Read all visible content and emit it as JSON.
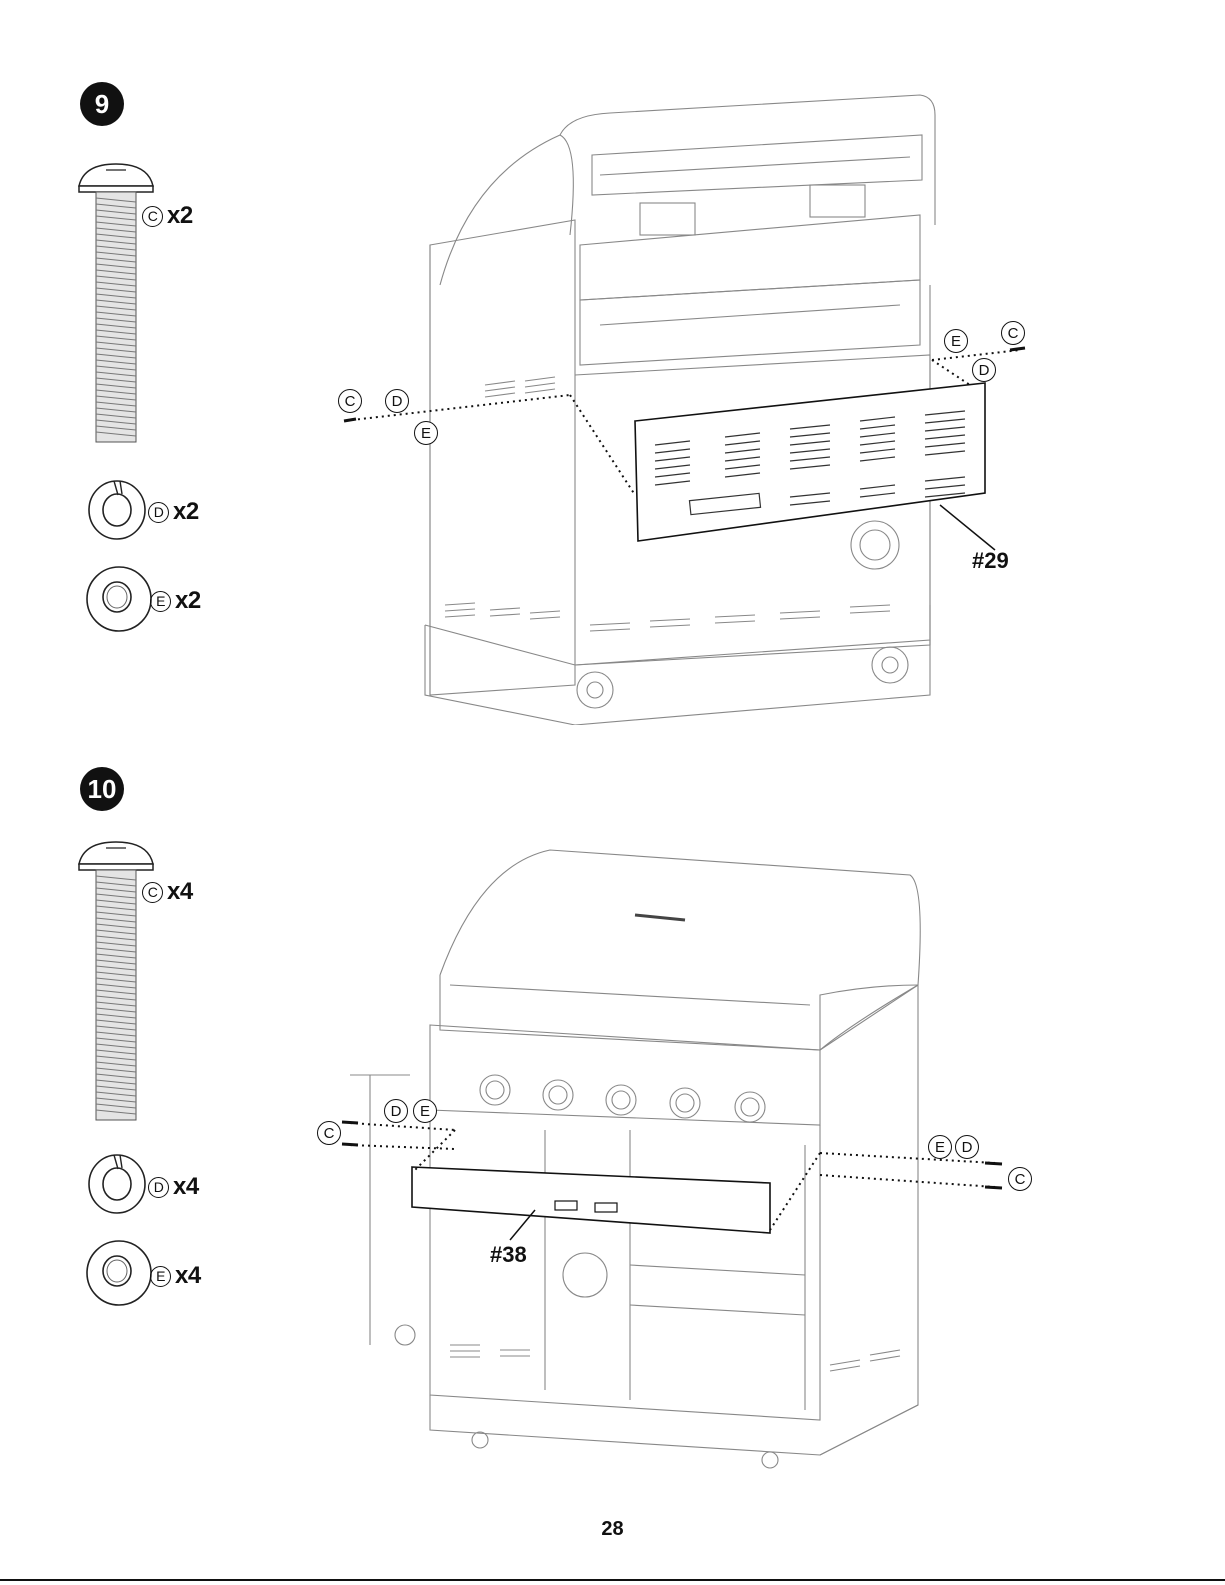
{
  "page_number": "28",
  "steps": [
    {
      "number": "9",
      "hardware": [
        {
          "letter": "C",
          "qty": "x2"
        },
        {
          "letter": "D",
          "qty": "x2"
        },
        {
          "letter": "E",
          "qty": "x2"
        }
      ],
      "part_label": "#29",
      "callouts_left": [
        "C",
        "D",
        "E"
      ],
      "callouts_right": [
        "E",
        "C",
        "D"
      ]
    },
    {
      "number": "10",
      "hardware": [
        {
          "letter": "C",
          "qty": "x4"
        },
        {
          "letter": "D",
          "qty": "x4"
        },
        {
          "letter": "E",
          "qty": "x4"
        }
      ],
      "part_label": "#38",
      "callouts_left": [
        "D",
        "E",
        "C"
      ],
      "callouts_right": [
        "E",
        "D",
        "C"
      ]
    }
  ]
}
